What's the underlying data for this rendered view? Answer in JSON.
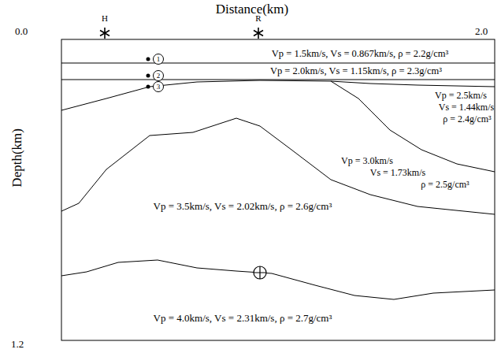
{
  "diagram": {
    "labels": [
      "Distance(km)",
      "H",
      "R",
      "0.0",
      "2.0",
      "Depth(km)",
      "1.2",
      "1",
      "2",
      "3",
      "Vp = 1.5km/s, Vs = 0.867km/s, ρ = 2.2g/cm³",
      "Vp = 2.0km/s, Vs = 1.15km/s, ρ = 2.3g/cm³",
      "Vp = 2.5km/s",
      "Vs = 1.44km/s",
      "ρ = 2.4g/cm³",
      "Vp = 3.0km/s",
      "Vs = 1.73km/s",
      "ρ = 2.5g/cm³",
      "Vp = 3.5km/s, Vs = 2.02km/s, ρ = 2.6g/cm³",
      "Vp = 4.0km/s, Vs = 2.31km/s, ρ = 2.7g/cm³"
    ]
  }
}
